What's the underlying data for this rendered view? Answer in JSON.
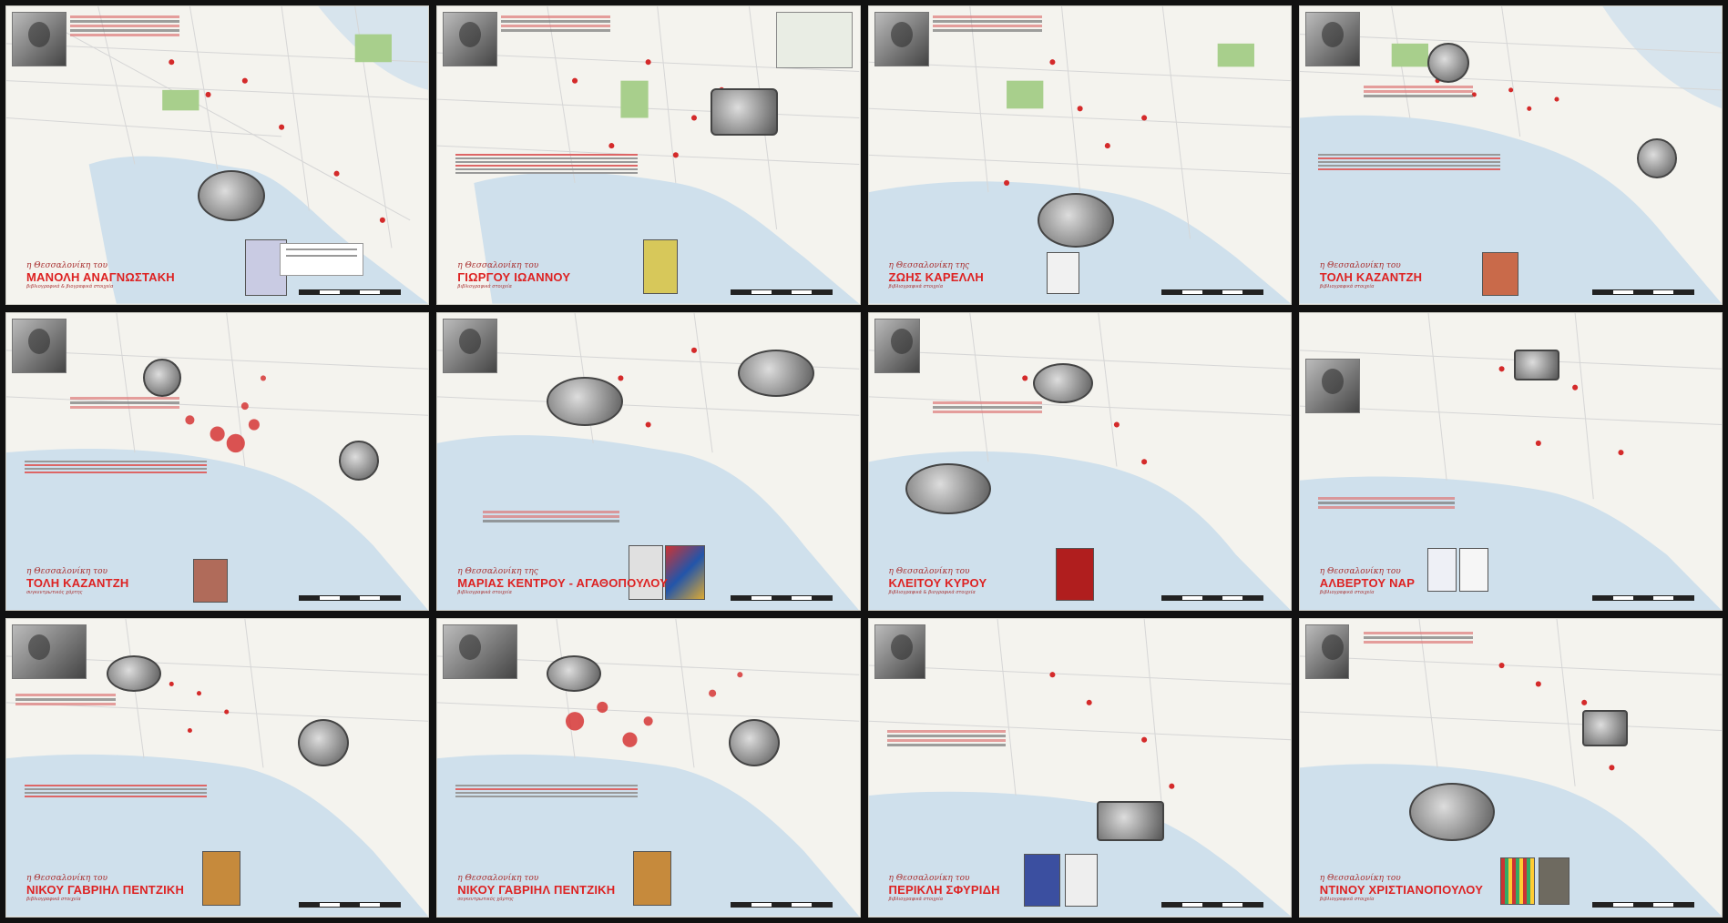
{
  "colors": {
    "sea": "#cfe0ec",
    "park": "#a8cf8c",
    "marker": "#d42a2a",
    "land": "#f4f3ee",
    "road": "#d2d2d2"
  },
  "panels": [
    {
      "subtitle": "η Θεσσαλονίκη του",
      "author": "ΜΑΝΟΛΗ ΑΝΑΓΝΩΣΤΑΚΗ",
      "caption": "βιβλιογραφικά & βιογραφικά στοιχεία"
    },
    {
      "subtitle": "η Θεσσαλονίκη του",
      "author": "ΓΙΩΡΓΟΥ ΙΩΑΝΝΟΥ",
      "caption": "βιβλιογραφικά στοιχεία"
    },
    {
      "subtitle": "η Θεσσαλονίκη της",
      "author": "ΖΩΗΣ ΚΑΡΕΛΛΗ",
      "caption": "βιβλιογραφικά στοιχεία"
    },
    {
      "subtitle": "η Θεσσαλονίκη του",
      "author": "ΤΟΛΗ ΚΑΖΑΝΤΖΗ",
      "caption": "βιβλιογραφικά στοιχεία"
    },
    {
      "subtitle": "η Θεσσαλονίκη του",
      "author": "ΤΟΛΗ ΚΑΖΑΝΤΖΗ",
      "caption": "συγκεντρωτικός χάρτης"
    },
    {
      "subtitle": "η Θεσσαλονίκη της",
      "author": "ΜΑΡΙΑΣ ΚΕΝΤΡΟΥ - ΑΓΑΘΟΠΟΥΛΟΥ",
      "caption": "βιβλιογραφικά στοιχεία"
    },
    {
      "subtitle": "η Θεσσαλονίκη του",
      "author": "ΚΛΕΙΤΟΥ ΚΥΡΟΥ",
      "caption": "βιβλιογραφικά & βιογραφικά στοιχεία"
    },
    {
      "subtitle": "η Θεσσαλονίκη του",
      "author": "ΑΛΒΕΡΤΟΥ ΝΑΡ",
      "caption": "βιβλιογραφικά στοιχεία"
    },
    {
      "subtitle": "η Θεσσαλονίκη του",
      "author": "ΝΙΚΟΥ ΓΑΒΡΙΗΛ ΠΕΝΤΖΙΚΗ",
      "caption": "βιβλιογραφικά στοιχεία"
    },
    {
      "subtitle": "η Θεσσαλονίκη του",
      "author": "ΝΙΚΟΥ ΓΑΒΡΙΗΛ ΠΕΝΤΖΙΚΗ",
      "caption": "συγκεντρωτικός χάρτης"
    },
    {
      "subtitle": "η Θεσσαλονίκη του",
      "author": "ΠΕΡΙΚΛΗ ΣΦΥΡΙΔΗ",
      "caption": "βιβλιογραφικά στοιχεία"
    },
    {
      "subtitle": "η Θεσσαλονίκη του",
      "author": "ΝΤΙΝΟΥ ΧΡΙΣΤΙΑΝΟΠΟΥΛΟΥ",
      "caption": "βιβλιογραφικά στοιχεία"
    }
  ]
}
